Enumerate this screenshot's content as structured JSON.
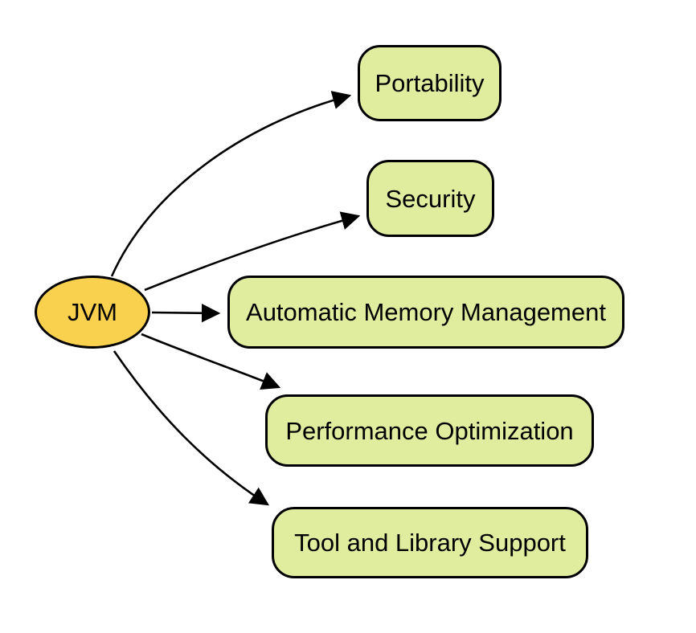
{
  "diagram": {
    "root": {
      "label": "JVM"
    },
    "branches": [
      {
        "label": "Portability"
      },
      {
        "label": "Security"
      },
      {
        "label": "Automatic Memory Management"
      },
      {
        "label": "Performance Optimization"
      },
      {
        "label": "Tool and Library Support"
      }
    ],
    "edges": [
      {
        "from": "JVM",
        "to": "Portability"
      },
      {
        "from": "JVM",
        "to": "Security"
      },
      {
        "from": "JVM",
        "to": "Automatic Memory Management"
      },
      {
        "from": "JVM",
        "to": "Performance Optimization"
      },
      {
        "from": "JVM",
        "to": "Tool and Library Support"
      }
    ],
    "colors": {
      "root_fill": "#FAD14E",
      "branch_fill": "#E0EC9E",
      "stroke": "#000000",
      "background": "#FFFFFF"
    }
  }
}
